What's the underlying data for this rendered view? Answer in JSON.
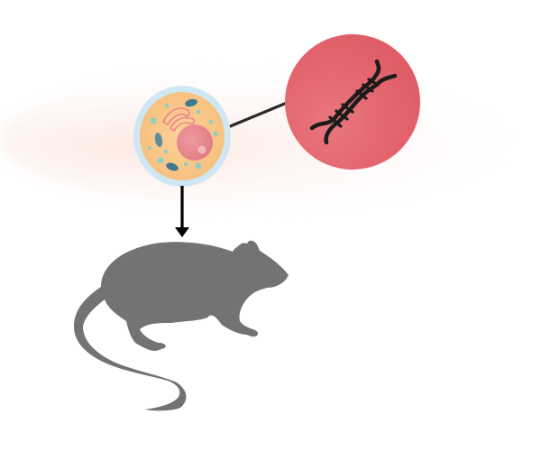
{
  "diagram": {
    "description": "Gene delivered into a cell, cell implanted into a rat",
    "nodes": [
      {
        "id": "dna",
        "label": "DNA",
        "icon": "dna-helix-icon",
        "color": "#e2606a"
      },
      {
        "id": "cell",
        "label": "Cell",
        "icon": "cell-icon",
        "membrane_color": "#cfe7f5",
        "cytoplasm_color": "#f8c585",
        "nucleus_color": "#e8808a"
      },
      {
        "id": "rat",
        "label": "Rat",
        "icon": "rat-silhouette-icon",
        "color": "#737373"
      }
    ],
    "edges": [
      {
        "from": "dna",
        "to": "cell",
        "label": "",
        "color": "#2a2a2a"
      },
      {
        "from": "cell",
        "to": "rat",
        "label": "",
        "color": "#000000"
      }
    ],
    "background_glow_color": "#fbe3da"
  }
}
